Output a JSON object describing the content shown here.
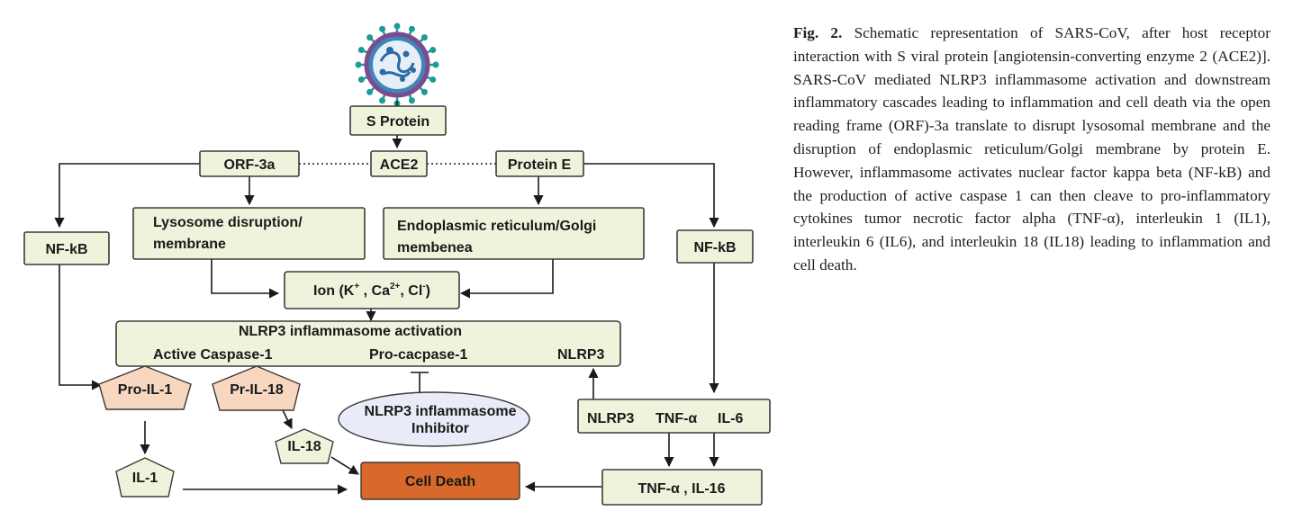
{
  "diagram": {
    "s_protein": "S Protein",
    "orf3a": "ORF-3a",
    "ace2": "ACE2",
    "protein_e": "Protein E",
    "nfkb_left": "NF-kB",
    "nfkb_right": "NF-kB",
    "lysosome_line1": "Lysosome disruption/",
    "lysosome_line2": "membrane",
    "er_line1": "Endoplasmic  reticulum/Golgi",
    "er_line2": "membenea",
    "ion_prefix": "Ion (K",
    "ion_k_sup": "+",
    "ion_ca": " , Ca",
    "ion_ca_sup": "2+",
    "ion_cl": ", Cl",
    "ion_cl_sup": "-",
    "ion_suffix": ")",
    "nlrp3_activation": "NLRP3 inflammasome activation",
    "active_caspase": "Active  Caspase-1",
    "pro_caspase": "Pro-cacpase-1",
    "nlrp3": "NLRP3",
    "pro_il1": "Pro-IL-1",
    "pr_il18": "Pr-IL-18",
    "inhibitor_line1": "NLRP3 inflammasome",
    "inhibitor_line2": "Inhibitor",
    "il18": "IL-18",
    "il1": "IL-1",
    "cell_death": "Cell Death",
    "cytokines_nlrp3": "NLRP3",
    "cytokines_tnf": "TNF-α",
    "cytokines_il6": "IL-6",
    "tnf_il16": "TNF-α , IL-16"
  },
  "caption": {
    "label": "Fig. 2.",
    "text": "Schematic representation of SARS-CoV, after host receptor interaction with S viral protein [angiotensin-converting enzyme 2 (ACE2)]. SARS-CoV mediated NLRP3 inflammasome activation and downstream inflammatory cascades leading to inflammation and cell death via the open reading frame (ORF)-3a translate to disrupt lysosomal membrane and the disruption of endoplasmic reticulum/Golgi membrane by protein E. However, inflammasome activates nuclear factor kappa beta (NF-kB) and the production of active caspase 1 can then cleave to pro-inflammatory cytokines tumor necrotic factor alpha (TNF-α), interleukin 1 (IL1), interleukin 6 (IL6), and interleukin 18 (IL18) leading to inflammation and cell death."
  },
  "colors": {
    "box_fill": "#eef4dc",
    "pentagon_fill": "#f7d7bf",
    "cell_death_fill": "#d9692a",
    "inhibitor_fill": "#e9ecf8",
    "virus_body": "#3f86b8",
    "virus_spike": "#1f9a9a",
    "virus_membrane": "#7d4a8f"
  },
  "icons": {
    "virus": "coronavirus-icon"
  }
}
